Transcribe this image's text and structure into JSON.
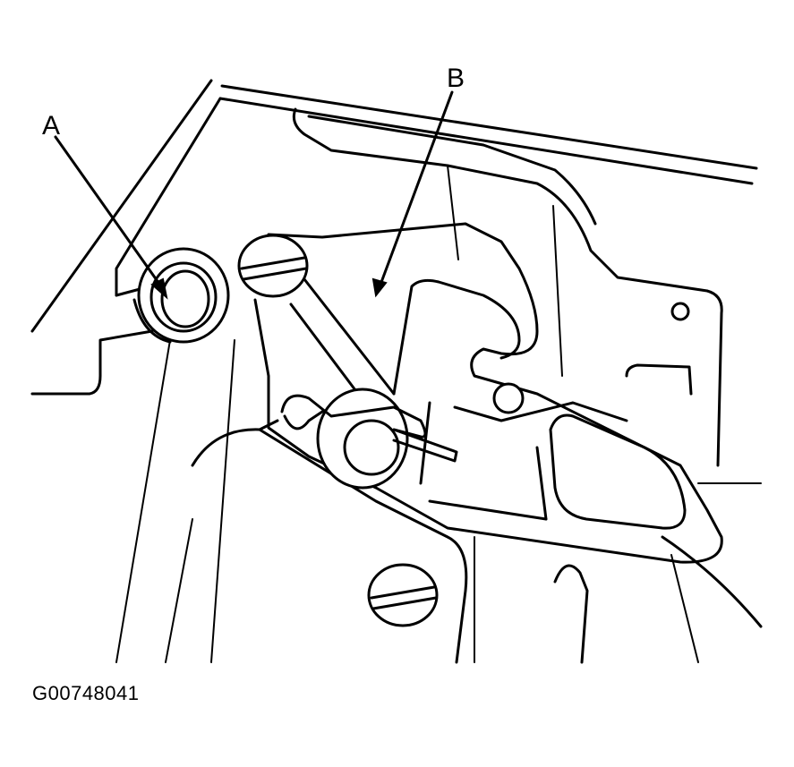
{
  "callouts": {
    "a": "A",
    "b": "B"
  },
  "figure_code": "G00748041",
  "colors": {
    "ink": "#000000",
    "paper": "#ffffff"
  }
}
